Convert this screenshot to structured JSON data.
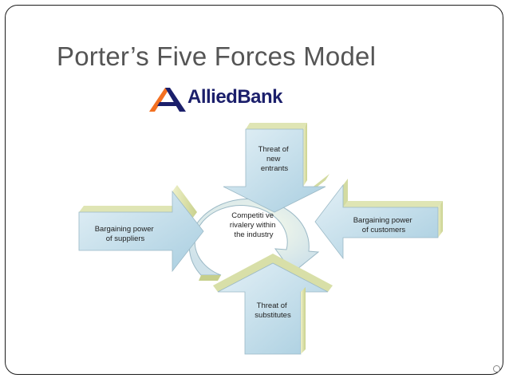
{
  "slide": {
    "title": "Porter’s Five Forces Model"
  },
  "logo": {
    "text": "AlliedBank",
    "icon": "allied-bank-a-logo",
    "colors": {
      "orange": "#f37021",
      "navy": "#1b1f6b"
    }
  },
  "diagram": {
    "center": [
      "Competiti ve",
      "rivalery within",
      "the industry"
    ],
    "top": [
      "Threat of",
      "new",
      "entrants"
    ],
    "left": [
      "Bargaining power",
      "of suppliers"
    ],
    "right": [
      "Bargaining power",
      "of customers"
    ],
    "bottom": [
      "Threat of",
      "substitutes"
    ],
    "colors": {
      "arrow_face": "#c7e0ec",
      "arrow_side": "#d8dfa8",
      "center": "#e9f2cf"
    }
  }
}
